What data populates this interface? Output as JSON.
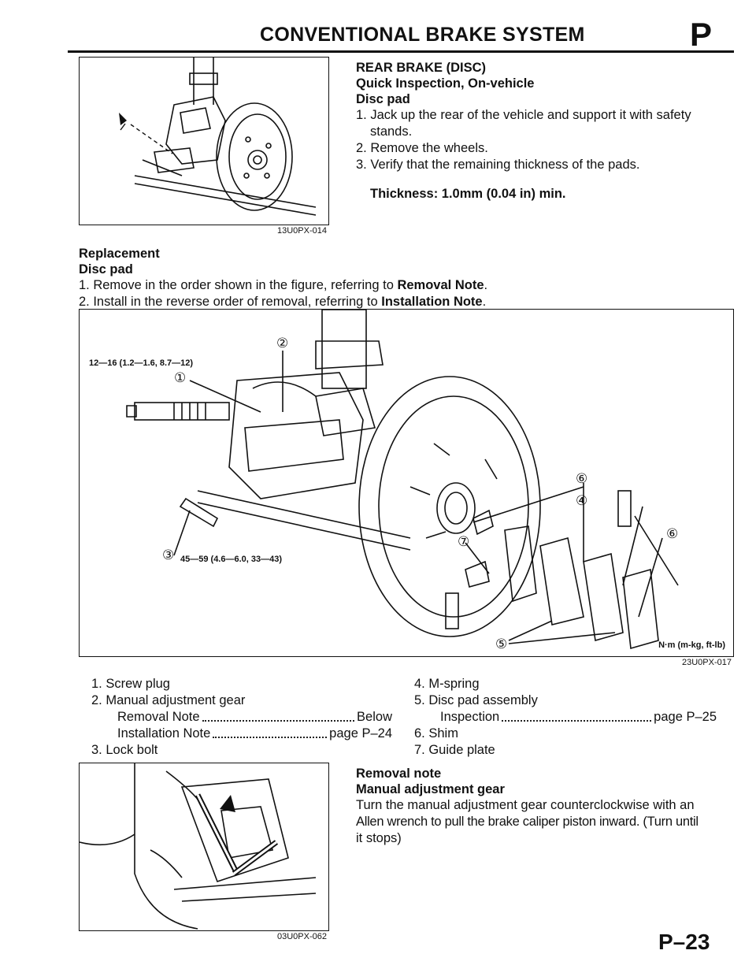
{
  "header": {
    "title": "CONVENTIONAL BRAKE SYSTEM",
    "section_letter": "P"
  },
  "figure1": {
    "code": "13U0PX-014"
  },
  "rear_brake": {
    "heading1": "REAR BRAKE (DISC)",
    "heading2": "Quick Inspection, On-vehicle",
    "heading3": "Disc pad",
    "step1_a": "1. Jack up the rear of the vehicle and support it with safety",
    "step1_b": "stands.",
    "step2": "2. Remove the wheels.",
    "step3": "3. Verify that the remaining thickness of the pads.",
    "spec": "Thickness: 1.0mm (0.04 in) min."
  },
  "replacement": {
    "heading1": "Replacement",
    "heading2": "Disc pad",
    "step1_pre": "1. Remove in the order shown in the figure, referring to ",
    "step1_bold": "Removal Note",
    "step1_post": ".",
    "step2_pre": "2. Install in the reverse order of removal, referring to ",
    "step2_bold": "Installation Note",
    "step2_post": "."
  },
  "figure2": {
    "code": "23U0PX-017",
    "torque1": "12—16 (1.2—1.6, 8.7—12)",
    "torque2": "45—59 (4.6—6.0, 33—43)",
    "unit": "N·m (m-kg, ft-lb)",
    "callouts": [
      "①",
      "②",
      "③",
      "④",
      "⑤",
      "⑥",
      "⑦"
    ]
  },
  "parts": {
    "item1": "1. Screw plug",
    "item2": "2. Manual adjustment gear",
    "item2_removal_label": "Removal Note",
    "item2_removal_ref": "Below",
    "item2_install_label": "Installation Note",
    "item2_install_ref": "page P–24",
    "item3": "3. Lock bolt",
    "item4": "4. M-spring",
    "item5": "5. Disc pad assembly",
    "item5_inspect_label": "Inspection",
    "item5_inspect_ref": "page P–25",
    "item6": "6. Shim",
    "item7": "7. Guide plate"
  },
  "removal_note": {
    "heading1": "Removal note",
    "heading2": "Manual adjustment gear",
    "line1": "Turn the manual adjustment gear counterclockwise with an",
    "line2": "Allen wrench to pull the brake caliper piston inward. (Turn until",
    "line3": "it stops)"
  },
  "figure3": {
    "code": "03U0PX-062"
  },
  "footer": {
    "page_number": "P–23"
  }
}
